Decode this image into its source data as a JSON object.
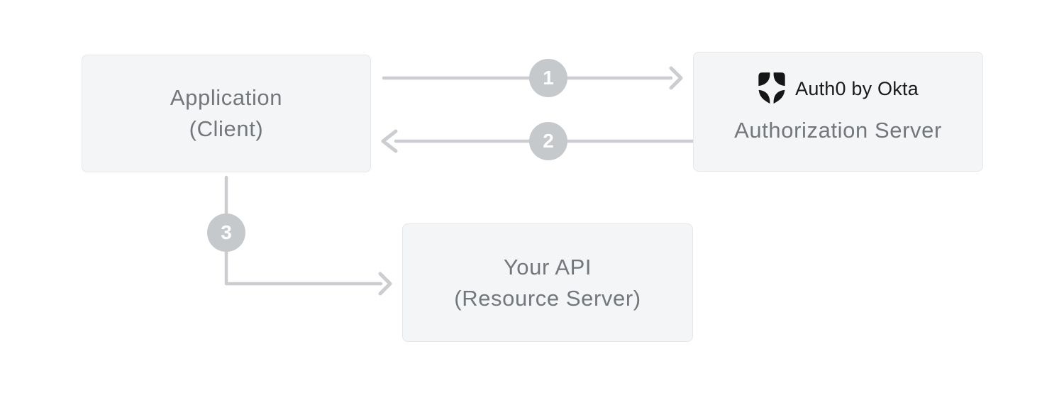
{
  "diagram": {
    "nodes": {
      "application": {
        "line1": "Application",
        "line2": "(Client)"
      },
      "auth_server": {
        "brand": "Auth0 by Okta",
        "label": "Authorization Server"
      },
      "api": {
        "line1": "Your API",
        "line2": "(Resource Server)"
      }
    },
    "steps": [
      {
        "number": "1"
      },
      {
        "number": "2"
      },
      {
        "number": "3"
      }
    ],
    "icons": {
      "auth0_shield": "auth0-shield-icon"
    },
    "colors": {
      "canvas_bg": "#ffffff",
      "box_bg": "#f4f5f6",
      "box_border": "#e5e7e9",
      "box_text": "#73777b",
      "connector": "#cbcdd0",
      "step_bg": "#c6c9cc",
      "step_text": "#fdfdfe",
      "brand_text": "#1a1a1a",
      "logo_color": "#161616"
    }
  }
}
